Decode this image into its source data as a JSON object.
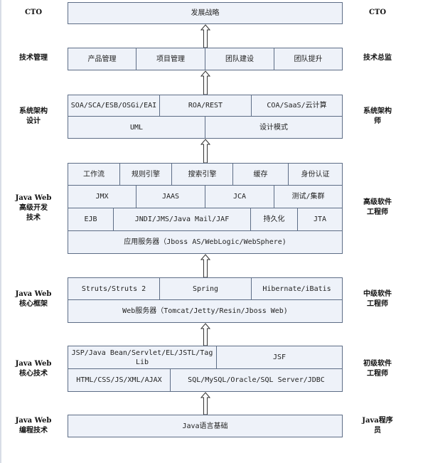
{
  "left_labels": [
    {
      "id": "cto",
      "text": "CTO"
    },
    {
      "id": "tech-mgmt",
      "text": "技术管理"
    },
    {
      "id": "sys-arch",
      "text": "系统架构\n设计"
    },
    {
      "id": "jw-advanced",
      "text": "Java Web\n高级开发\n技术"
    },
    {
      "id": "jw-framework",
      "text": "Java Web\n核心框架"
    },
    {
      "id": "jw-core",
      "text": "Java Web\n核心技术"
    },
    {
      "id": "jw-programming",
      "text": "Java Web\n编程技术"
    }
  ],
  "right_labels": [
    {
      "id": "cto",
      "text": "CTO"
    },
    {
      "id": "tech-director",
      "text": "技术总监"
    },
    {
      "id": "architect",
      "text": "系统架构\n师"
    },
    {
      "id": "senior-engineer",
      "text": "高级软件\n工程师"
    },
    {
      "id": "mid-engineer",
      "text": "中级软件\n工程师"
    },
    {
      "id": "junior-engineer",
      "text": "初级软件\n工程师"
    },
    {
      "id": "java-programmer",
      "text": "Java程序\n员"
    }
  ],
  "cells": [
    {
      "id": "strategy",
      "text": "发展战略"
    },
    {
      "id": "product-mgmt",
      "text": "产品管理"
    },
    {
      "id": "project-mgmt",
      "text": "项目管理"
    },
    {
      "id": "team-building",
      "text": "团队建设"
    },
    {
      "id": "team-improve",
      "text": "团队提升"
    },
    {
      "id": "soa",
      "text": "SOA/SCA/ESB/OSGi/EAI"
    },
    {
      "id": "roa",
      "text": "ROA/REST"
    },
    {
      "id": "coa",
      "text": "COA/SaaS/云计算"
    },
    {
      "id": "uml",
      "text": "UML"
    },
    {
      "id": "design-patterns",
      "text": "设计模式"
    },
    {
      "id": "workflow",
      "text": "工作流"
    },
    {
      "id": "rule-engine",
      "text": "规则引擎"
    },
    {
      "id": "search-engine",
      "text": "搜索引擎"
    },
    {
      "id": "cache",
      "text": "缓存"
    },
    {
      "id": "auth",
      "text": "身份认证"
    },
    {
      "id": "jmx",
      "text": "JMX"
    },
    {
      "id": "jaas",
      "text": "JAAS"
    },
    {
      "id": "jca",
      "text": "JCA"
    },
    {
      "id": "test-cluster",
      "text": "测试/集群"
    },
    {
      "id": "ejb",
      "text": "EJB"
    },
    {
      "id": "jndi",
      "text": "JNDI/JMS/Java Mail/JAF"
    },
    {
      "id": "persistence",
      "text": "持久化"
    },
    {
      "id": "jta",
      "text": "JTA"
    },
    {
      "id": "app-server",
      "text": "应用服务器（Jboss AS/WebLogic/WebSphere)"
    },
    {
      "id": "struts",
      "text": "Struts/Struts 2"
    },
    {
      "id": "spring",
      "text": "Spring"
    },
    {
      "id": "hibernate",
      "text": "Hibernate/iBatis"
    },
    {
      "id": "web-server",
      "text": "Web服务器（Tomcat/Jetty/Resin/Jboss Web)"
    },
    {
      "id": "jsp",
      "text": "JSP/Java Bean/Servlet/EL/JSTL/Tag\nLib"
    },
    {
      "id": "jsf",
      "text": "JSF"
    },
    {
      "id": "html",
      "text": "HTML/CSS/JS/XML/AJAX"
    },
    {
      "id": "sql",
      "text": "SQL/MySQL/Oracle/SQL Server/JDBC"
    },
    {
      "id": "java-basics",
      "text": "Java语言基础"
    }
  ]
}
